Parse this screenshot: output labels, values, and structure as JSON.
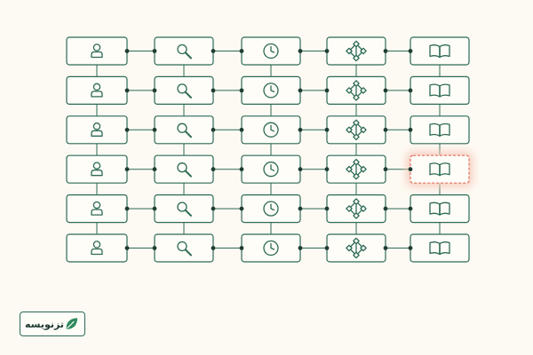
{
  "brand": {
    "name": "تزنویسه",
    "icon": "leaf-icon"
  },
  "colors": {
    "background": "#fdfaf3",
    "node_border": "#2d6a56",
    "node_fill": "#fffdf8",
    "connector": "#2d6a56",
    "connector_dot": "#1f3d33",
    "icon": "#2d6a56",
    "highlight_border": "#e07060",
    "highlight_glow": "#f6c7b8",
    "leaf": "#2f8a5e"
  },
  "grid": {
    "rows": 6,
    "columns": [
      {
        "id": "user",
        "icon": "user-icon"
      },
      {
        "id": "search",
        "icon": "search-icon"
      },
      {
        "id": "clock",
        "icon": "clock-icon"
      },
      {
        "id": "network",
        "icon": "network-icon"
      },
      {
        "id": "book",
        "icon": "book-icon"
      }
    ],
    "highlighted": {
      "row": 3,
      "column": 4
    }
  }
}
